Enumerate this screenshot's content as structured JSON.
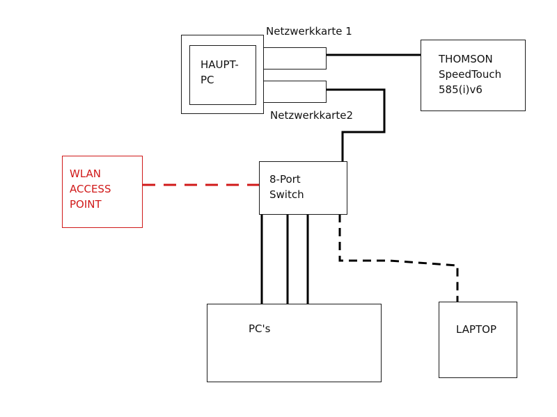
{
  "diagram": {
    "main_pc": {
      "label": "HAUPT-\nPC"
    },
    "nic1": {
      "label": "Netzwerkkarte 1"
    },
    "nic2": {
      "label": "Netzwerkkarte2"
    },
    "router": {
      "label": "THOMSON\nSpeedTouch\n585(i)v6"
    },
    "switch": {
      "label": "8-Port\nSwitch"
    },
    "wlan": {
      "label": "WLAN\nACCESS\nPOINT"
    },
    "pcs": {
      "label": "PC's"
    },
    "laptop": {
      "label": "LAPTOP"
    }
  },
  "colors": {
    "line": "#000000",
    "wlan_accent": "#d01818"
  }
}
